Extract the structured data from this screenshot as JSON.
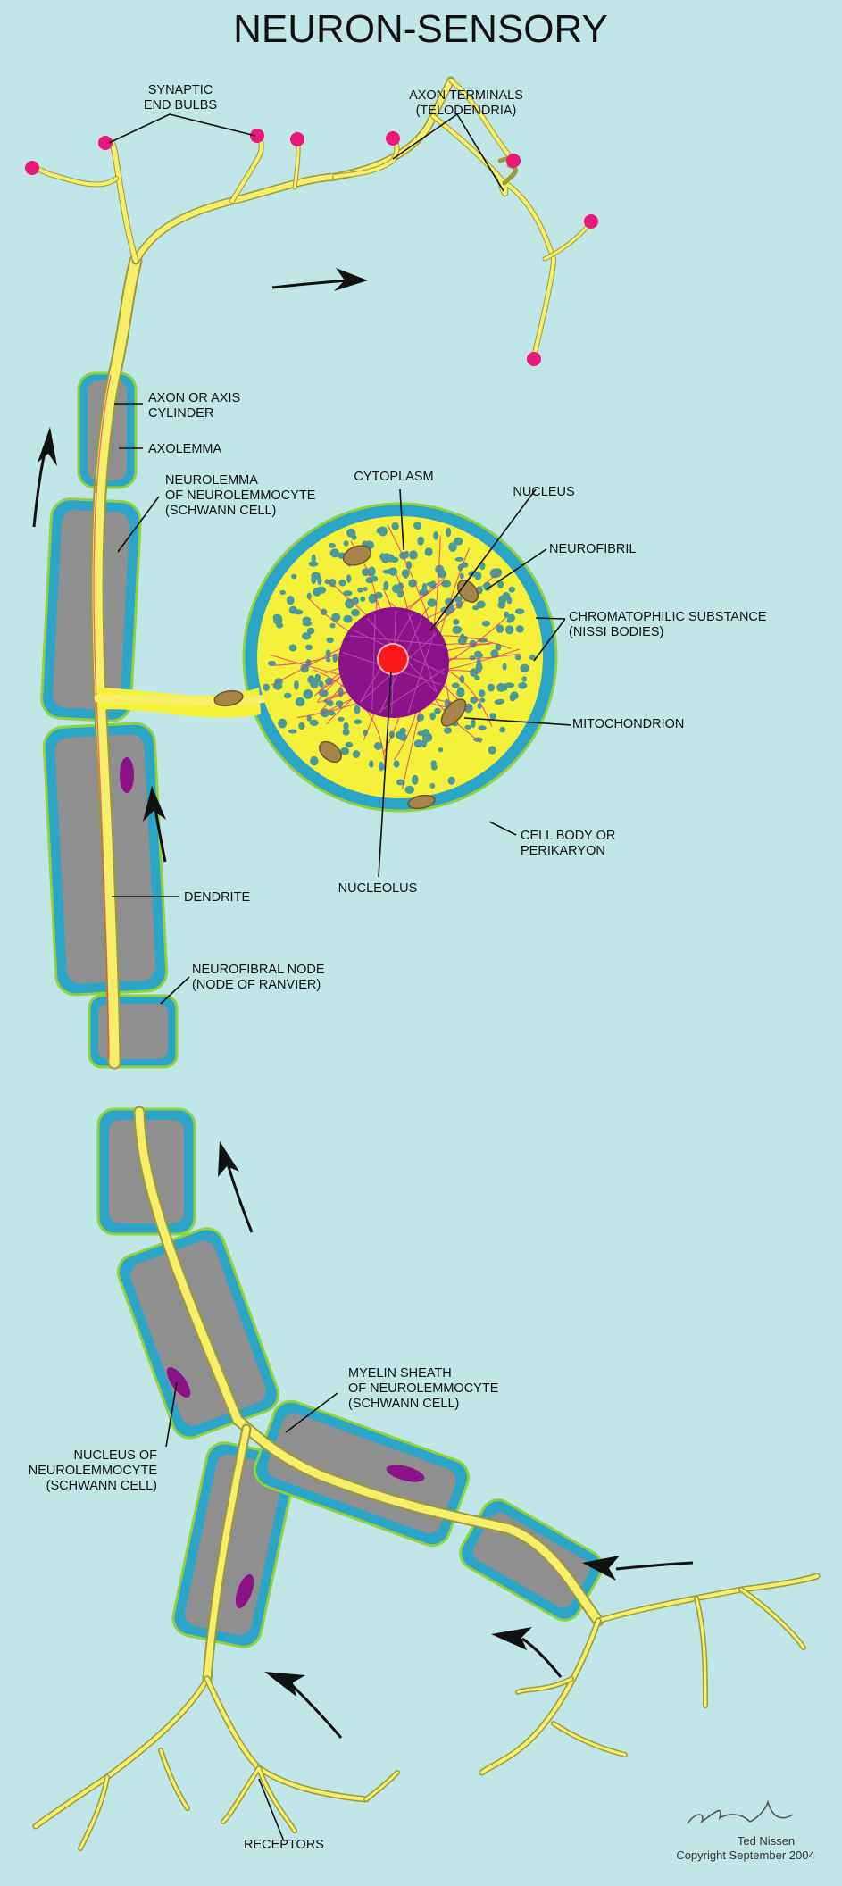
{
  "title": "NEURON-SENSORY",
  "labels": {
    "synaptic_end_bulbs": [
      "SYNAPTIC",
      "END BULBS"
    ],
    "axon_terminals": [
      "AXON TERMINALS",
      "(TELODENDRIA)"
    ],
    "axon_or_axis_cylinder": [
      "AXON OR AXIS",
      "CYLINDER"
    ],
    "axolemma": [
      "AXOLEMMA"
    ],
    "neurolemma": [
      "NEUROLEMMA",
      "OF NEUROLEMMOCYTE",
      "(SCHWANN CELL)"
    ],
    "cytoplasm": [
      "CYTOPLASM"
    ],
    "nucleus": [
      "NUCLEUS"
    ],
    "neurofibril": [
      "NEUROFIBRIL"
    ],
    "chromatophilic_substance": [
      "CHROMATOPHILIC SUBSTANCE",
      "(NISSI BODIES)"
    ],
    "mitochondrion": [
      "MITOCHONDRION"
    ],
    "cell_body": [
      "CELL BODY OR",
      "PERIKARYON"
    ],
    "nucleolus": [
      "NUCLEOLUS"
    ],
    "dendrite": [
      "DENDRITE"
    ],
    "neurofibral_node": [
      "NEUROFIBRAL NODE",
      "(NODE OF RANVIER)"
    ],
    "myelin_sheath": [
      "MYELIN SHEATH",
      "OF NEUROLEMMOCYTE",
      "(SCHWANN CELL)"
    ],
    "schwann_nucleus": [
      "NUCLEUS OF",
      "NEUROLEMMOCYTE",
      "(SCHWANN CELL)"
    ],
    "receptors": [
      "RECEPTORS"
    ]
  },
  "credit": {
    "signature": "Ted Nissen",
    "author": "Ted Nissen",
    "copyright": "Copyright September 2004"
  },
  "colors": {
    "background": "#c0e6e7",
    "axon": "#f7ee6a",
    "myelin": "#8f8f8f",
    "neurolemma": "#2aa4c7",
    "cytoplasm": "#f5f03a",
    "nucleus": "#8c1289",
    "nucleolus": "#ff1a1a",
    "nissl_bodies": "#4a9a9a",
    "mitochondria": "#a6844a",
    "end_bulbs": "#e8197a",
    "neurofibril": "#d83a7a"
  }
}
